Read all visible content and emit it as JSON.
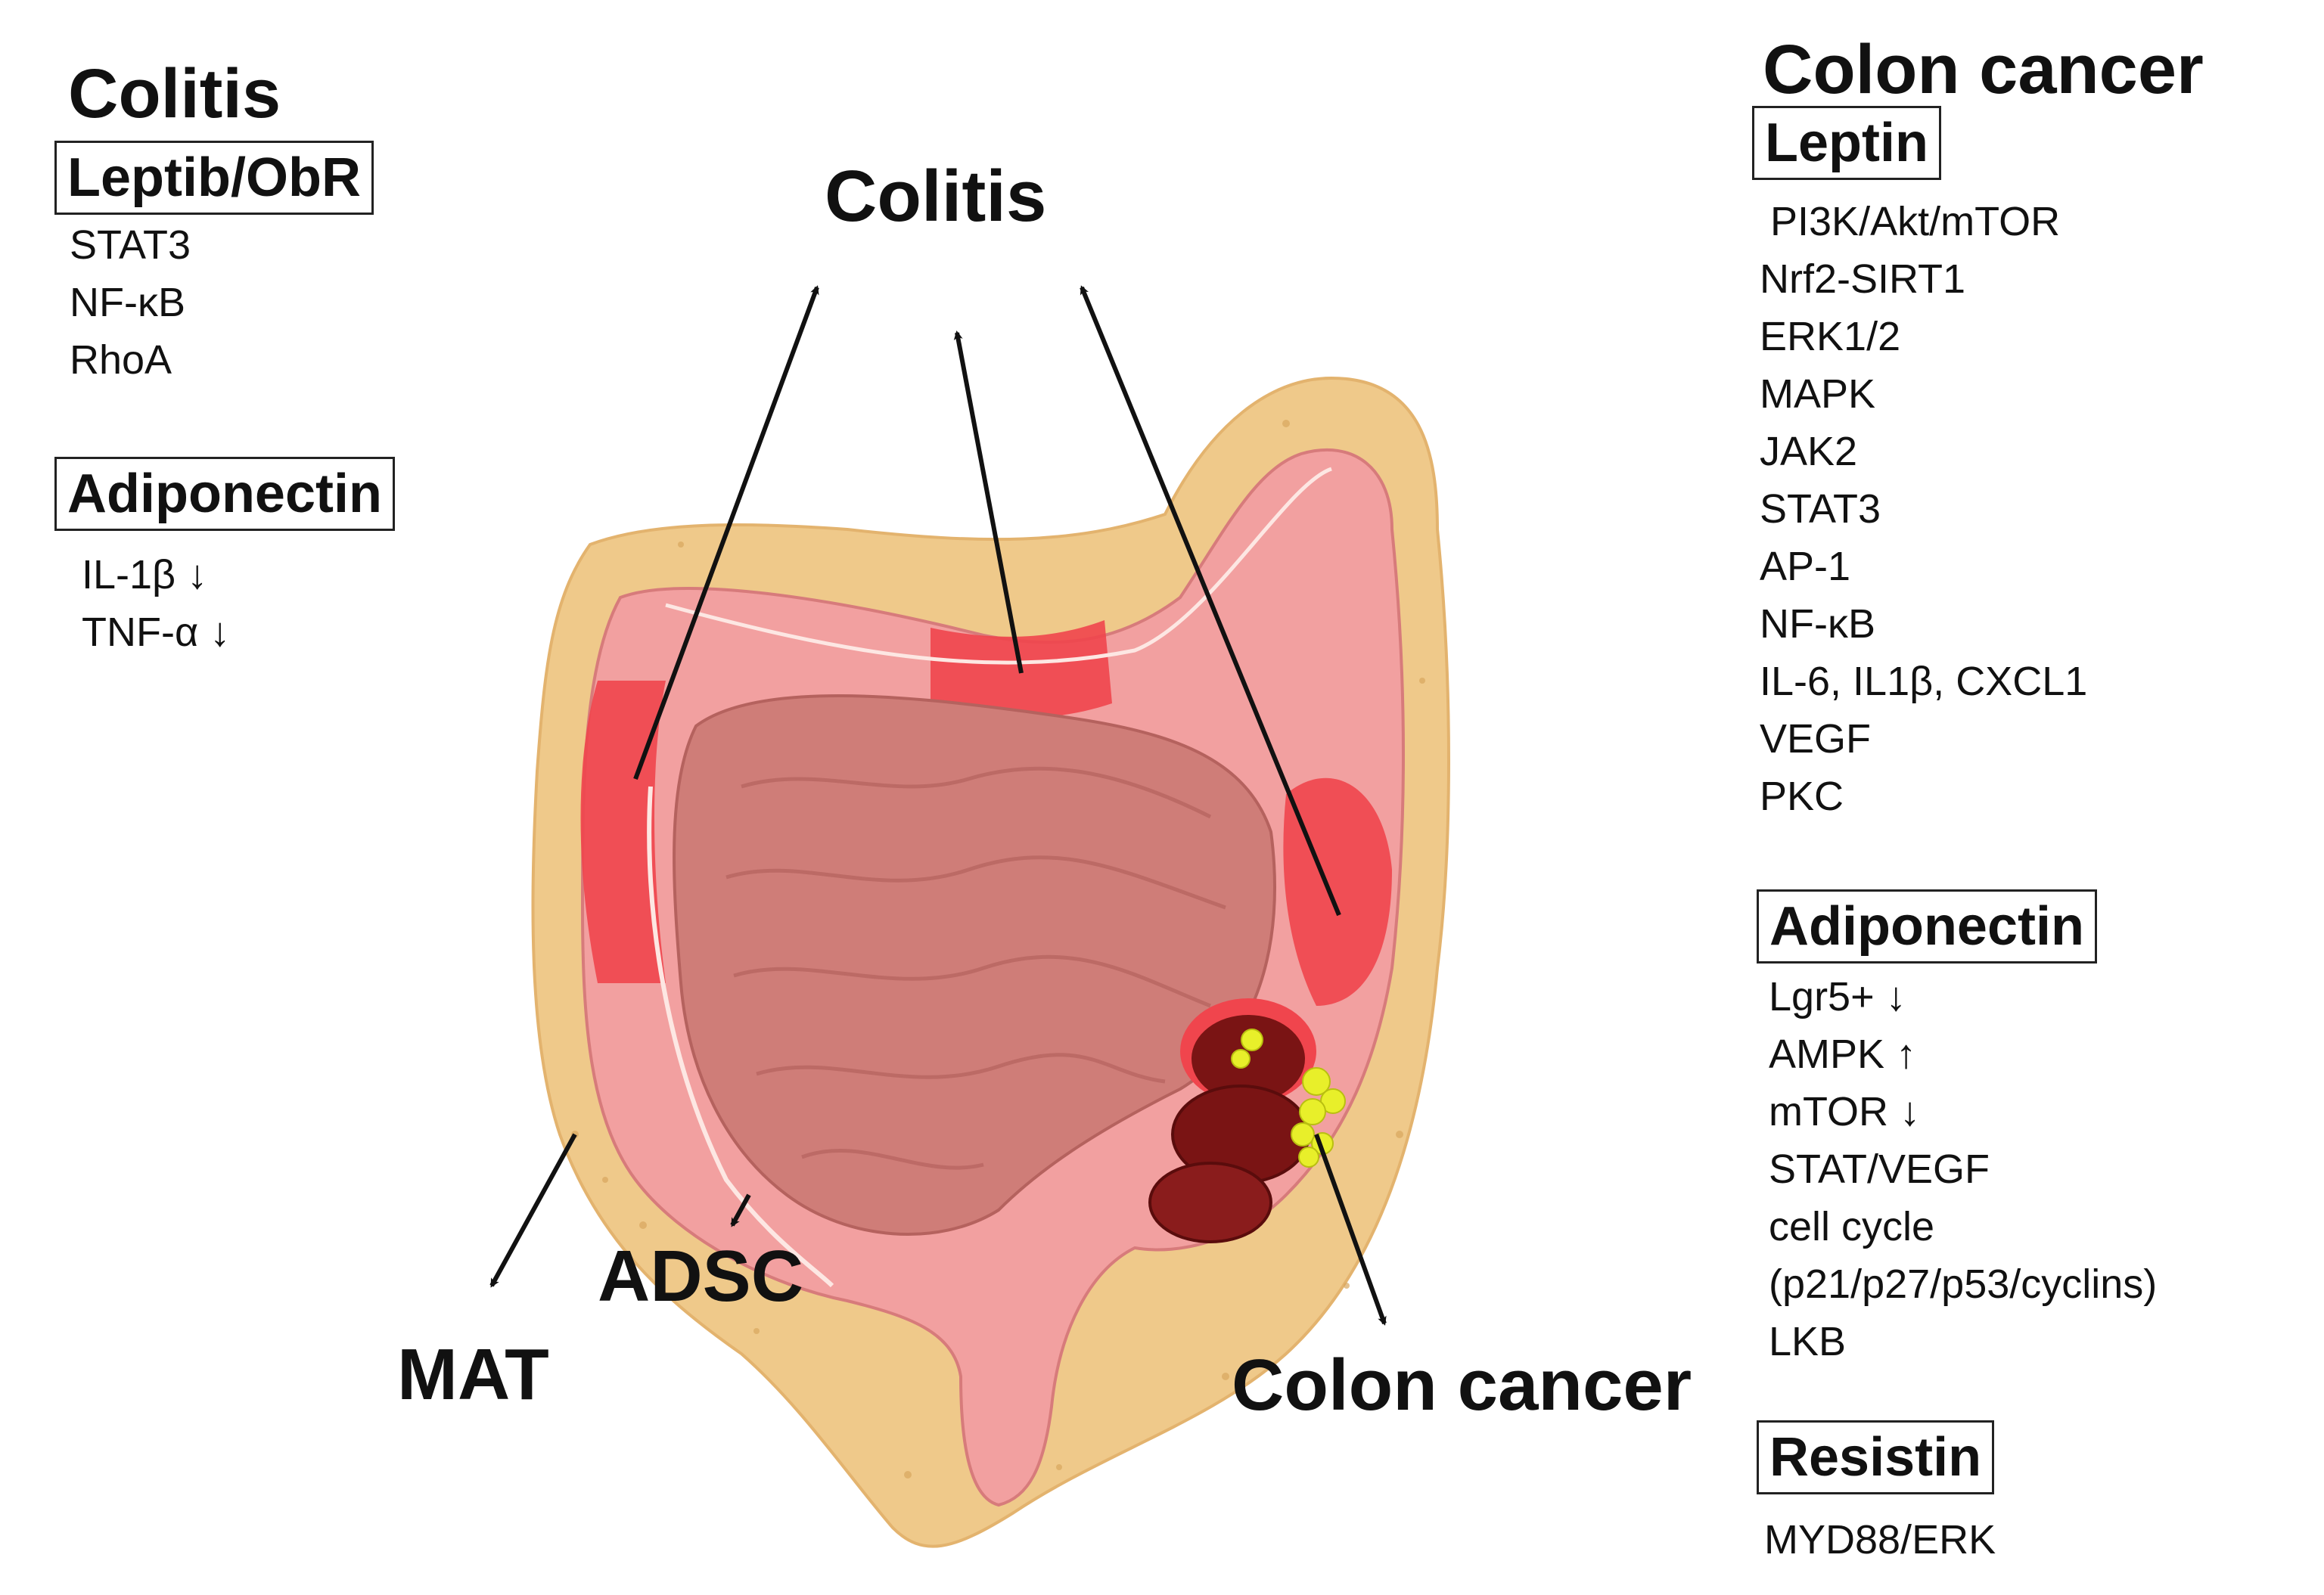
{
  "left_panel": {
    "title": "Colitis",
    "leptin": {
      "header": "Leptib/ObR",
      "items": [
        "STAT3",
        "NF-κB",
        "RhoA"
      ]
    },
    "adiponectin": {
      "header": "Adiponectin",
      "items": [
        "IL-1β ↓",
        "TNF-α ↓"
      ]
    }
  },
  "right_panel": {
    "title": "Colon cancer",
    "leptin": {
      "header": "Leptin",
      "items": [
        "PI3K/Akt/mTOR",
        "Nrf2-SIRT1",
        "ERK1/2",
        "MAPK",
        "JAK2",
        "STAT3",
        "AP-1",
        "NF-κB",
        "IL-6, IL1β, CXCL1",
        "VEGF",
        "PKC"
      ]
    },
    "adiponectin": {
      "header": "Adiponectin",
      "items": [
        "Lgr5+ ↓",
        "AMPK ↑",
        "mTOR ↓",
        "STAT/VEGF",
        "cell cycle",
        "(p21/p27/p53/cyclins)",
        "LKB"
      ]
    },
    "resistin": {
      "header": "Resistin",
      "items": [
        "MYD88/ERK"
      ]
    }
  },
  "center_labels": {
    "colitis": "Colitis",
    "colon_cancer": "Colon cancer",
    "mat": "MAT",
    "adsc": "ADSC"
  },
  "colors": {
    "fat": "#efc98a",
    "intestine": "#e98a86",
    "colon": "#f2a0a0",
    "inflamed": "#f0454d",
    "tumor": "#7a1414",
    "tumor_spots": "#e8ef2a"
  }
}
